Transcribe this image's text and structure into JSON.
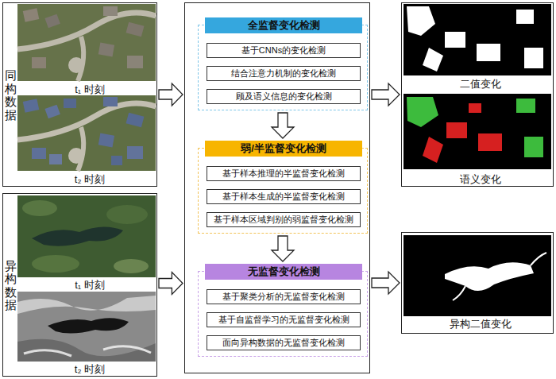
{
  "diagram": {
    "nodes": [
      {
        "text": [
          "同构数据",
          "t₁ 时刻",
          "t₂ 时刻"
        ]
      },
      {
        "text": [
          "异构数据",
          "t₁ 时刻",
          "t₂ 时刻"
        ]
      },
      {
        "text": []
      },
      {
        "text": [
          "全监督变化检测"
        ],
        "in": 2
      },
      {
        "text": [
          "基于CNNs的变化检测"
        ],
        "in": 3
      },
      {
        "text": [
          "结合注意力机制的变化检测"
        ],
        "in": 3
      },
      {
        "text": [
          "顾及语义信息的变化检测"
        ],
        "in": 3
      },
      {
        "text": [
          "弱/半监督变化检测"
        ],
        "in": 2
      },
      {
        "text": [
          "基于样本推理的半监督变化检测"
        ],
        "in": 7
      },
      {
        "text": [
          "基于样本生成的半监督变化检测"
        ],
        "in": 7
      },
      {
        "text": [
          "基于样本区域判别的弱监督变化检测"
        ],
        "in": 7
      },
      {
        "text": [
          "无监督变化检测"
        ],
        "in": 2
      },
      {
        "text": [
          "基于聚类分析的无监督变化检测"
        ],
        "in": 11
      },
      {
        "text": [
          "基于自监督学习的无监督变化检测"
        ],
        "in": 11
      },
      {
        "text": [
          "面向异构数据的无监督变化检测"
        ],
        "in": 11
      },
      {
        "text": [
          "二值变化",
          "语义变化"
        ]
      },
      {
        "text": [
          "异构二值变化"
        ]
      }
    ],
    "edges": [
      {
        "from": 0,
        "to": 2,
        "arrow": "to"
      },
      {
        "from": 1,
        "to": 2,
        "arrow": "to"
      },
      {
        "from": 3,
        "to": 7,
        "arrow": "to"
      },
      {
        "from": 7,
        "to": 11,
        "arrow": "to"
      },
      {
        "from": 2,
        "to": 15,
        "arrow": "to"
      },
      {
        "from": 2,
        "to": 16,
        "arrow": "to"
      }
    ]
  }
}
